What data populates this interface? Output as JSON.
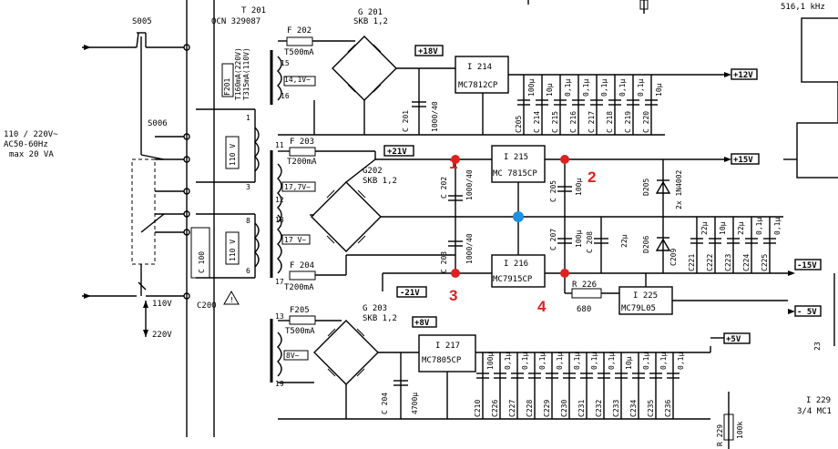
{
  "top": {
    "sw1": "S005",
    "xfmr": "T 201",
    "xfmr_code": "OCN 329087",
    "fuse1": "F 202",
    "fuse1_val": "T500mA",
    "bridge1": "G 201",
    "bridge1_pins": "SKB 1,2",
    "fuse201": "F201",
    "fuse201_val": "T160mA(220V)",
    "fuse201_val2": "T315mA(110V)",
    "winding1": "14,1V~",
    "pin15": "15",
    "pin16": "16",
    "freq": "516,1 kHz"
  },
  "left": {
    "mains": "110 / 220V~",
    "freq": "AC50-60Hz",
    "power": "max 20 VA",
    "sw2": "S006",
    "v110": "110V",
    "v220": "220V",
    "cap": "C200",
    "prim1": "110 V",
    "prim2": "110 V",
    "pins": [
      "1",
      "3",
      "8",
      "6"
    ]
  },
  "rail18": {
    "tag": "+18V",
    "reg": "I 214",
    "reg_part": "MC7812CP",
    "out_tag": "+12V",
    "c201": "C 201",
    "c201_val": "1000/40",
    "caps": [
      "C205",
      "C 214",
      "C 215",
      "C 216",
      "C 217",
      "C 218",
      "C 219",
      "C 220"
    ],
    "vals": [
      "100µ",
      "10µ",
      "0,1µ",
      "0,1µ",
      "0,1µ",
      "0,1µ",
      "0,1µ",
      "10µ"
    ]
  },
  "mid": {
    "fuse203": "F 203",
    "fuse203_val": "T200mA",
    "bridge2": "G202",
    "bridge2_pins": "SKB 1,2",
    "wind_a": "17,7V~",
    "wind_b": "17 V~",
    "pin11": "11",
    "pin12": "12",
    "pin18": "18",
    "pin17": "17",
    "fuse204": "F 204",
    "fuse204_val": "T200mA",
    "tag_p21": "+21V",
    "tag_m21": "-21V",
    "c202": "C 202",
    "c202_val": "1000/40",
    "c203": "C 203",
    "c203_val": "1000/40",
    "reg_pos": "I 215",
    "reg_pos_part": "MC 7815CP",
    "reg_neg": "I 216",
    "reg_neg_part": "MC7915CP",
    "c205b": "C 205",
    "c205b_val": "100µ",
    "c207": "C 207",
    "c207_val": "100µ",
    "c208": "C 208",
    "c208_val": "22µ",
    "d205": "D205",
    "d206": "D206",
    "diode_part": "2x 1N4002",
    "c209": "C209",
    "caps_right": [
      "C221",
      "C222",
      "C223",
      "C224",
      "C225"
    ],
    "caps_right_vals": [
      "22µ",
      "10µ",
      "22µ",
      "0,1µ",
      "0,1µ"
    ],
    "p15": "+15V",
    "m15": "-15V",
    "r226": "R 226",
    "r226_val": "680",
    "reg5n": "I 225",
    "reg5n_part": "MC79L05",
    "m5": "- 5V"
  },
  "bottom": {
    "fuse205": "F205",
    "fuse205_val": "T500mA",
    "bridge3": "G 203",
    "bridge3_pins": "SKB 1,2",
    "wind": "8V~",
    "pin13": "13",
    "pin19": "19",
    "tag8": "+8V",
    "reg": "I 217",
    "reg_part": "MC7805CP",
    "out5": "+5V",
    "c204": "C 204",
    "c204_val": "4700µ",
    "caps": [
      "C210",
      "C226",
      "C227",
      "C228",
      "C229",
      "C230",
      "C231",
      "C232",
      "C233",
      "C234",
      "C235",
      "C236"
    ],
    "vals": [
      "100µ",
      "0,1µ",
      "0,1µ",
      "0,1µ",
      "0,1µ",
      "0,1µ",
      "0,1µ",
      "0,1µ",
      "10µ",
      "0,1µ",
      "0,1µ",
      "0,1µ"
    ],
    "r229": "R 229",
    "r229_val": "100k",
    "ic229": "I 229",
    "ic229_part": "3/4  MC1"
  },
  "markers": [
    "1",
    "2",
    "3",
    "4"
  ],
  "colors": {
    "marker_red": "#e02020",
    "marker_blue": "#1e90e0"
  }
}
